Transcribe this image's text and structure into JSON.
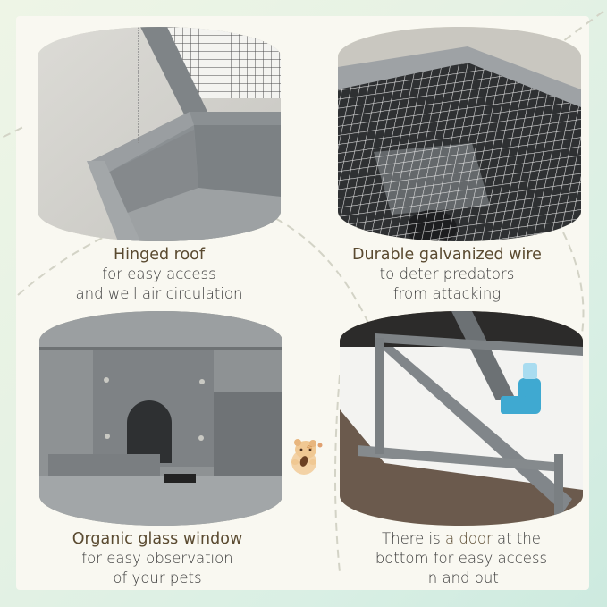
{
  "features": [
    {
      "image": "hinged-roof-photo",
      "title": "Hinged roof",
      "lines": [
        "for easy access",
        "and well air circulation"
      ]
    },
    {
      "image": "galvanized-wire-photo",
      "title": "Durable galvanized wire",
      "lines": [
        "to deter predators",
        "from attacking"
      ]
    },
    {
      "image": "glass-window-photo",
      "title": "Organic glass window",
      "lines": [
        "for easy observation",
        "of your pets"
      ]
    },
    {
      "image": "bottom-door-photo",
      "text_before": "There is ",
      "highlight": "a door",
      "text_after": " at the",
      "lines": [
        "bottom for easy access",
        "in and out"
      ]
    }
  ],
  "decoration": {
    "mascot": "hamster-icon",
    "background_color": "#d9efe4",
    "card_color": "#f9f8f1",
    "title_color": "#5a4a30"
  }
}
